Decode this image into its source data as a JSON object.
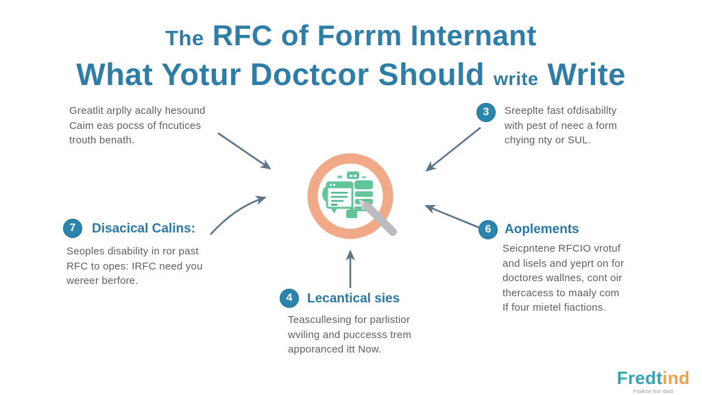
{
  "title": {
    "line1_small": "The",
    "line1_main": "RFC of Forrm Internant",
    "line2_a": "What  Yotur Doctcor Should",
    "line2_small": "write",
    "line2_b": "Write"
  },
  "nodes": {
    "top_left": {
      "lines": [
        "Greatlit arplly acally hesound",
        "Caim eas pocss of fncutices",
        "trouth benath."
      ]
    },
    "top_right": {
      "badge": "3",
      "lines": [
        "Sreeplte fast ofdisabillty",
        "with pest of neec a form",
        "chying nty or SUL."
      ]
    },
    "mid_left": {
      "badge": "7",
      "heading": "Disacical Calins:",
      "lines": [
        "Seoples disability in ror past",
        "RFC to opes: IRFC need you",
        "wereer berfore."
      ]
    },
    "mid_right": {
      "badge": "6",
      "heading": "Aoplements",
      "lines": [
        "Seicpntene RFCIO vrotuf",
        "and lisels and yeprt on for",
        "doctores wallnes, cont oir",
        "thercacess to maaly com",
        "If four mietel fiactions."
      ]
    },
    "bottom_center": {
      "badge": "4",
      "heading": "Lecantical sies",
      "lines": [
        "Teascullesing for parlistior",
        "wviling and puccesss trem",
        "apporanced itt Now."
      ]
    }
  },
  "center_icon": {
    "name": "document-review-magnifier-icon"
  },
  "logo": {
    "primary": "Fredt",
    "secondary": "ind",
    "tagline": "Fralkze Nor-daid"
  },
  "colors": {
    "title": "#2e7da7",
    "heading": "#2878a8",
    "body_text": "#5e5e5e",
    "badge_fill": "#2a85ad",
    "badge_text": "#ffffff",
    "arrow": "#5c7687",
    "ring": "#f2a987",
    "icon_green": "#62c49b",
    "icon_green_dark": "#4db88f",
    "pen_gray": "#bcbcc0",
    "logo_teal": "#35a3b5",
    "logo_orange": "#f0a04a"
  }
}
